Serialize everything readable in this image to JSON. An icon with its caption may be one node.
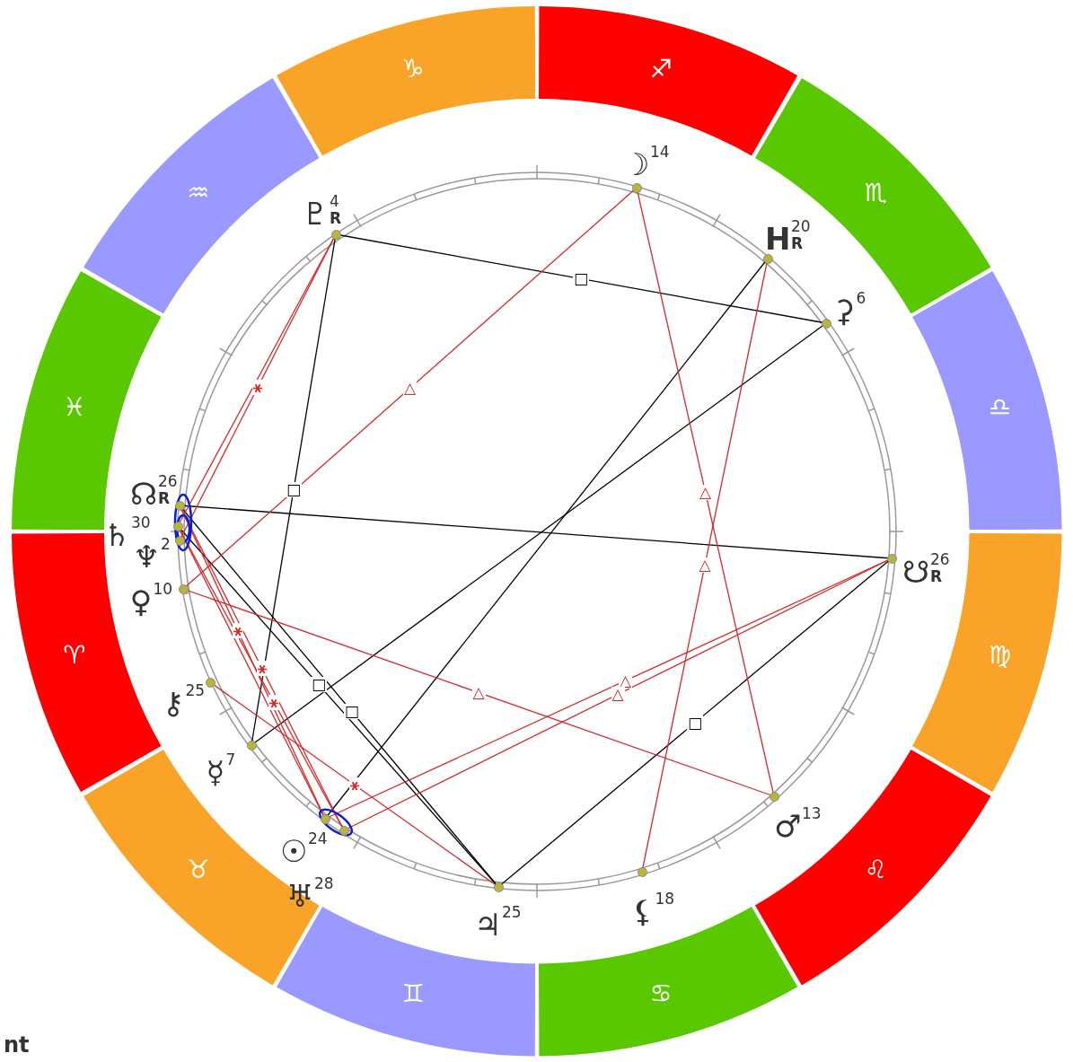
{
  "diagram": {
    "nodes": [
      {
        "text": [
          "♇",
          "4",
          "R"
        ]
      },
      {
        "text": [
          "☽",
          "14"
        ]
      },
      {
        "text": [
          "H",
          "20",
          "R"
        ]
      },
      {
        "text": [
          "⚳",
          "6"
        ]
      },
      {
        "text": [
          "☊",
          "26",
          "R"
        ]
      },
      {
        "text": [
          "♄",
          "30"
        ]
      },
      {
        "text": [
          "♆",
          "2"
        ]
      },
      {
        "text": [
          "☋",
          "26",
          "R"
        ]
      },
      {
        "text": [
          "♀",
          "10"
        ]
      },
      {
        "text": [
          "⚷",
          "25"
        ]
      },
      {
        "text": [
          "☿",
          "7"
        ]
      },
      {
        "text": [
          "☉",
          "24"
        ]
      },
      {
        "text": [
          "♅",
          "28"
        ]
      },
      {
        "text": [
          "♃",
          "25"
        ]
      },
      {
        "text": [
          "⚸",
          "18"
        ]
      },
      {
        "text": [
          "♂",
          "13"
        ]
      },
      {
        "text": [
          "♑"
        ]
      },
      {
        "text": [
          "♐"
        ]
      },
      {
        "text": [
          "♒"
        ]
      },
      {
        "text": [
          "♏"
        ]
      },
      {
        "text": [
          "♓"
        ]
      },
      {
        "text": [
          "♎"
        ]
      },
      {
        "text": [
          "♈"
        ]
      },
      {
        "text": [
          "♍"
        ]
      },
      {
        "text": [
          "♉"
        ]
      },
      {
        "text": [
          "♌"
        ]
      },
      {
        "text": [
          "♊"
        ]
      },
      {
        "text": [
          "♋"
        ]
      }
    ],
    "edges": [
      {
        "from": 0,
        "to": 3,
        "arrow": "none",
        "label": "□",
        "color": "#000000"
      },
      {
        "from": 0,
        "to": 10,
        "arrow": "none",
        "label": "□",
        "color": "#000000"
      },
      {
        "from": 2,
        "to": 11,
        "arrow": "none",
        "color": "#000000"
      },
      {
        "from": 3,
        "to": 10,
        "arrow": "none",
        "color": "#000000"
      },
      {
        "from": 4,
        "to": 7,
        "arrow": "none",
        "color": "#000000"
      },
      {
        "from": 5,
        "to": 13,
        "arrow": "none",
        "label": "□",
        "color": "#000000"
      },
      {
        "from": 4,
        "to": 13,
        "arrow": "none",
        "label": "□",
        "color": "#000000"
      },
      {
        "from": 7,
        "to": 13,
        "arrow": "none",
        "label": "□",
        "color": "#000000"
      },
      {
        "from": 0,
        "to": 6,
        "arrow": "none",
        "label": "⚹"
      },
      {
        "from": 0,
        "to": 5,
        "arrow": "none"
      },
      {
        "from": 1,
        "to": 8,
        "arrow": "none",
        "label": "△"
      },
      {
        "from": 1,
        "to": 15,
        "arrow": "none",
        "label": "△"
      },
      {
        "from": 2,
        "to": 14,
        "arrow": "none",
        "label": "△"
      },
      {
        "from": 8,
        "to": 15,
        "arrow": "none",
        "label": "△"
      },
      {
        "from": 9,
        "to": 13,
        "arrow": "none",
        "label": "⚹"
      },
      {
        "from": 7,
        "to": 11,
        "arrow": "none",
        "label": "△"
      },
      {
        "from": 7,
        "to": 12,
        "arrow": "none",
        "label": "△"
      },
      {
        "from": 4,
        "to": 11,
        "arrow": "none",
        "label": "⚹"
      },
      {
        "from": 5,
        "to": 12,
        "arrow": "none",
        "label": "⚹"
      },
      {
        "from": 4,
        "to": 12,
        "arrow": "none",
        "label": "⚹"
      },
      {
        "from": 5,
        "to": 11,
        "arrow": "none"
      }
    ],
    "labels": [
      "nt"
    ]
  }
}
